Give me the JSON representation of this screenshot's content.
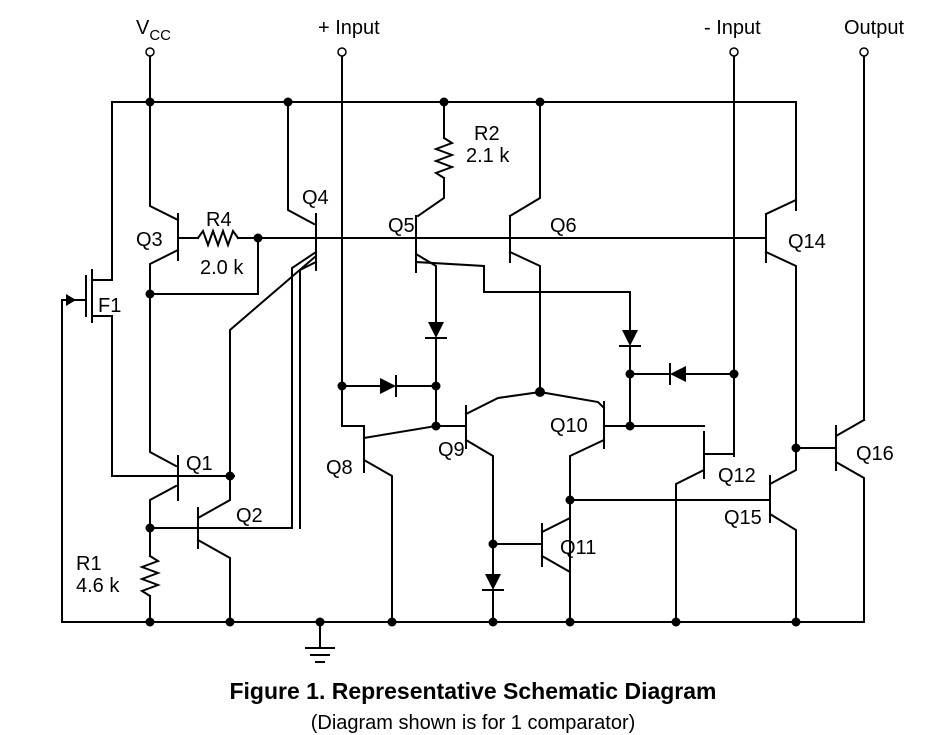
{
  "terminals": {
    "vcc_main": "V",
    "vcc_sub": "CC",
    "plus_input": "+ Input",
    "minus_input": "- Input",
    "output": "Output"
  },
  "transistors": {
    "q1": "Q1",
    "q2": "Q2",
    "q3": "Q3",
    "q4": "Q4",
    "q5": "Q5",
    "q6": "Q6",
    "q8": "Q8",
    "q9": "Q9",
    "q10": "Q10",
    "q11": "Q11",
    "q12": "Q12",
    "q14": "Q14",
    "q15": "Q15",
    "q16": "Q16",
    "f1": "F1"
  },
  "resistors": {
    "r1_name": "R1",
    "r1_value": "4.6 k",
    "r2_name": "R2",
    "r2_value": "2.1 k",
    "r4_name": "R4",
    "r4_value": "2.0 k"
  },
  "caption": {
    "title": "Figure 1. Representative Schematic Diagram",
    "subtitle": "(Diagram shown is for 1 comparator)"
  }
}
